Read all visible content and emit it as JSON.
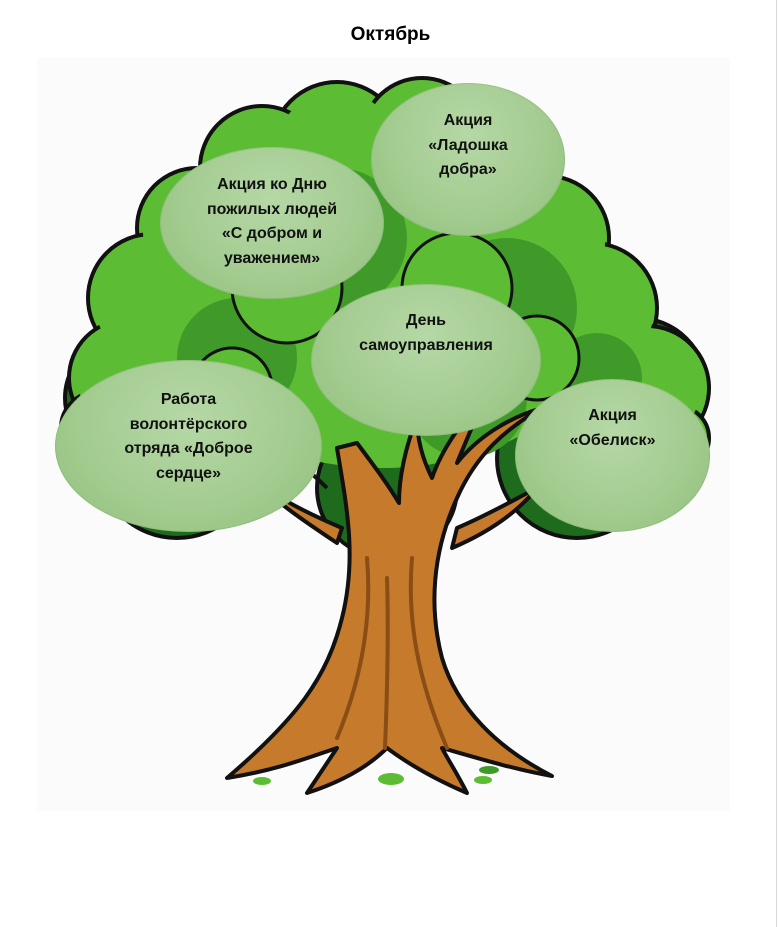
{
  "title": "Октябрь",
  "events": [
    {
      "id": "ladoshka",
      "text": "Акция\n«Ладошка\nдобра»"
    },
    {
      "id": "elderly",
      "text": "Акция ко Дню\nпожилых людей\n«С добром и\nуважением»"
    },
    {
      "id": "self_gov",
      "text": "День\nсамоуправления"
    },
    {
      "id": "volunteer",
      "text": "Работа\nволонтёрского\nотряда «Доброе\nсердце»"
    },
    {
      "id": "obelisk",
      "text": "Акция\n«Обелиск»"
    }
  ],
  "colors": {
    "leaf_light": "#5cbd34",
    "leaf_mid": "#3f9a2a",
    "leaf_dark": "#1e6b1e",
    "trunk": "#c67a2c",
    "trunk_dark": "#8a4d16",
    "bubble": "#a6cd93"
  }
}
